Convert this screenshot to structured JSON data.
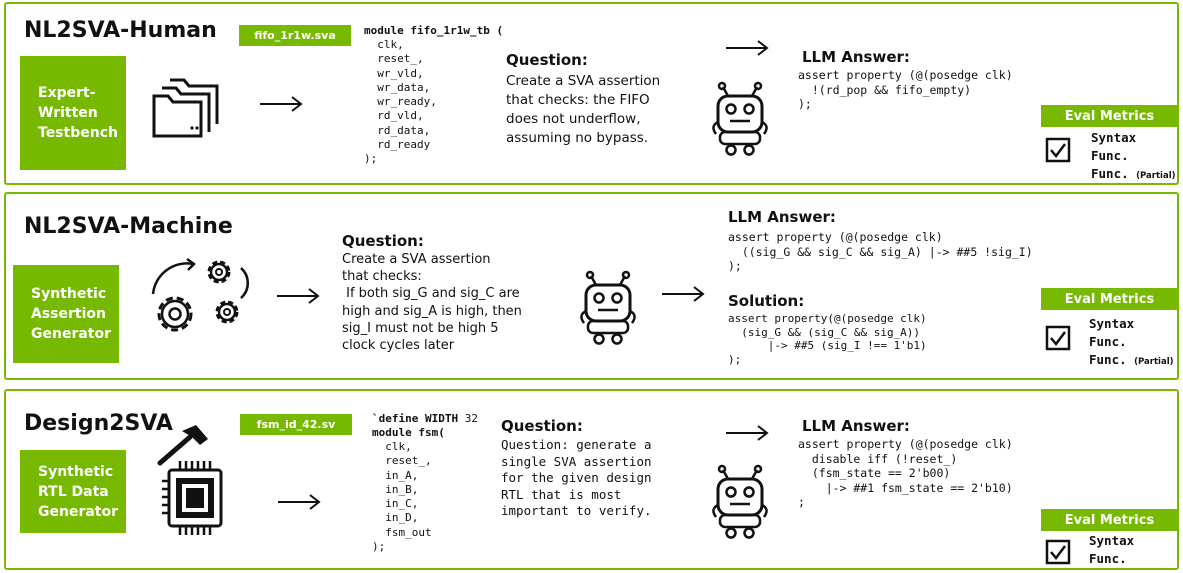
{
  "colors": {
    "accent": "#76b900",
    "text": "#111111",
    "border": "#76b900"
  },
  "panels": [
    {
      "title": "NL2SVA-Human",
      "source_label": "Expert-\nWritten\nTestbench",
      "file_tag": "fifo_1r1w.sva",
      "code_head": "module fifo_1r1w_tb (",
      "code_body": "  clk,\n  reset_,\n  wr_vld,\n  wr_data,\n  wr_ready,\n  rd_vld,\n  rd_data,\n  rd_ready\n);",
      "question_head": "Question:",
      "question_text": "Create a SVA assertion\nthat checks: the FIFO\ndoes not underflow,\nassuming no bypass.",
      "answer_head": "LLM Answer:",
      "answer_code": "assert property (@(posedge clk)\n  !(rd_pop && fifo_empty)\n);",
      "eval_head": "Eval Metrics",
      "metrics": [
        "Syntax",
        "Func.",
        "Func."
      ],
      "partial_label": "(Partial)",
      "icons": [
        "folders-icon",
        "arrow-icon",
        "robot-icon",
        "checkbox-icon"
      ]
    },
    {
      "title": "NL2SVA-Machine",
      "source_label": "Synthetic\nAssertion\nGenerator",
      "question_head": "Question:",
      "question_text": "Create a SVA assertion\nthat checks:\n If both sig_G and sig_C are\nhigh and sig_A is high, then\nsig_I must not be high 5\nclock cycles later",
      "answer_head": "LLM Answer:",
      "answer_code": "assert property (@(posedge clk)\n  ((sig_G && sig_C && sig_A) |-> ##5 !sig_I)\n);",
      "solution_head": "Solution:",
      "solution_code": "assert property(@(posedge clk)\n  (sig_G && (sig_C && sig_A))\n      |-> ##5 (sig_I !== 1'b1)\n);",
      "eval_head": "Eval Metrics",
      "metrics": [
        "Syntax",
        "Func.",
        "Func."
      ],
      "partial_label": "(Partial)",
      "icons": [
        "gears-icon",
        "arrow-icon",
        "robot-icon",
        "checkbox-icon"
      ]
    },
    {
      "title": "Design2SVA",
      "source_label": "Synthetic\nRTL Data\nGenerator",
      "file_tag": "fsm_id_42.sv",
      "define_kw": "`define WIDTH",
      "define_val": " 32",
      "code_head": "module fsm(",
      "code_body": "  clk,\n  reset_,\n  in_A,\n  in_B,\n  in_C,\n  in_D,\n  fsm_out\n);",
      "question_head": "Question:",
      "question_text": "Question: generate a\nsingle SVA assertion\nfor the given design\nRTL that is most\nimportant to verify.",
      "answer_head": "LLM Answer:",
      "answer_code": "assert property (@(posedge clk)\n  disable iff (!reset_)\n  (fsm_state == 2'b00)\n    |-> ##1 fsm_state == 2'b10)\n;",
      "eval_head": "Eval Metrics",
      "metrics": [
        "Syntax",
        "Func."
      ],
      "icons": [
        "hammer-icon",
        "chip-icon",
        "arrow-icon",
        "robot-icon",
        "checkbox-icon"
      ]
    }
  ]
}
